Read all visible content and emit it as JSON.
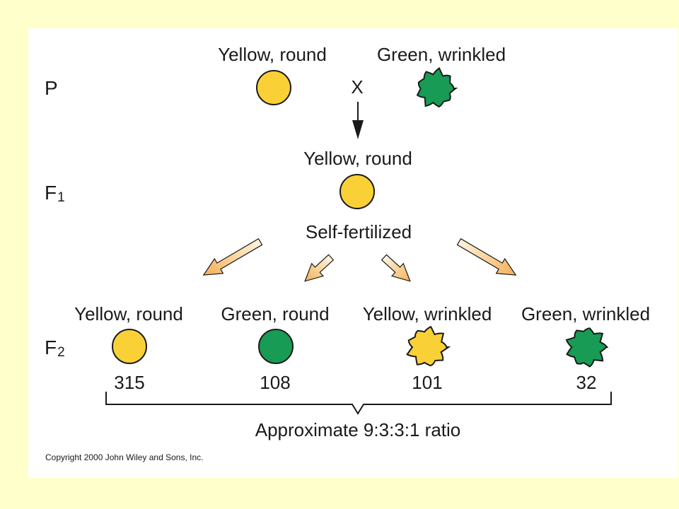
{
  "generations": {
    "p": {
      "letter": "P",
      "sub": ""
    },
    "f1": {
      "letter": "F",
      "sub": "1"
    },
    "f2": {
      "letter": "F",
      "sub": "2"
    }
  },
  "parental": {
    "left_label": "Yellow, round",
    "right_label": "Green, wrinkled",
    "cross_symbol": "X"
  },
  "f1": {
    "label": "Yellow, round",
    "note": "Self-fertilized"
  },
  "f2": [
    {
      "label": "Yellow, round",
      "count": "315",
      "shape": "round",
      "color": "#f9d137"
    },
    {
      "label": "Green, round",
      "count": "108",
      "shape": "round",
      "color": "#179b55"
    },
    {
      "label": "Yellow, wrinkled",
      "count": "101",
      "shape": "wrinkled",
      "color": "#f9d137"
    },
    {
      "label": "Green, wrinkled",
      "count": "32",
      "shape": "wrinkled",
      "color": "#179b55"
    }
  ],
  "ratio_label": "Approximate 9:3:3:1 ratio",
  "copyright": "Copyright 2000 John Wiley and Sons, Inc.",
  "colors": {
    "background": "#ffffcc",
    "panel": "#ffffff",
    "yellow_pea": "#f9d137",
    "green_pea": "#179b55",
    "arrow_fill_light": "#fff4e0",
    "arrow_fill_dark": "#f4b055",
    "outline": "#1a1a1a"
  },
  "icons": {
    "round_pea": "round-pea-icon",
    "wrinkled_pea": "wrinkled-pea-icon",
    "down_arrow": "down-arrow-icon",
    "fan_arrow": "gradient-arrow-icon",
    "bracket": "bracket-icon"
  }
}
